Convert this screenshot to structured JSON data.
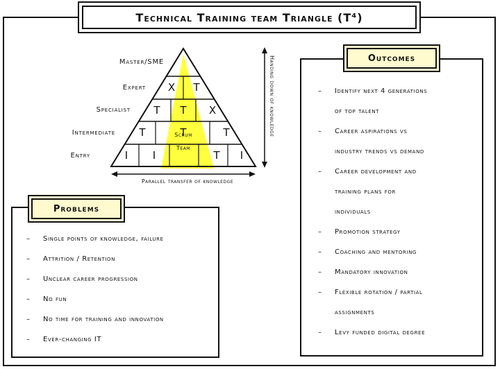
{
  "title": "Technical Training team Triangle (T⁴)",
  "triangle": {
    "levels": [
      "Master/SME",
      "Expert",
      "Specialist",
      "Intermediate",
      "Entry"
    ],
    "rows": [
      [
        "X",
        "T"
      ],
      [
        "T",
        "T",
        "X"
      ],
      [
        "T",
        "T",
        "T"
      ],
      [
        "I",
        "I",
        "T",
        "I"
      ]
    ],
    "scrum_label_line1": "Scrum",
    "scrum_label_line2": "Team",
    "vertical_arrow_label": "Handing down of knowledge",
    "horizontal_arrow_label": "Parallel transfer of knowledge"
  },
  "problems": {
    "label": "Problems",
    "items": [
      "Single points of knowledge, failure",
      "Attrition / Retention",
      "Unclear career progression",
      "No fun",
      "No time for training and innovation",
      "Ever-changing IT"
    ]
  },
  "outcomes": {
    "label": "Outcomes",
    "items": [
      "Identify next 4 generations",
      "of top talent",
      "Career aspirations vs",
      "industry trends vs demand",
      "Career development and",
      "training plans for",
      "individuals",
      "Promotion strategy",
      "Coaching and mentoring",
      "Mandatory innovation",
      "Flexible rotation / partial",
      "assignments",
      "Levy funded digital degree"
    ],
    "dashed": [
      true,
      false,
      true,
      false,
      true,
      false,
      false,
      true,
      true,
      true,
      true,
      false,
      true
    ]
  },
  "colors": {
    "highlight": "#ffff33",
    "label_fill": "#fffbcf",
    "ink": "#111111"
  }
}
